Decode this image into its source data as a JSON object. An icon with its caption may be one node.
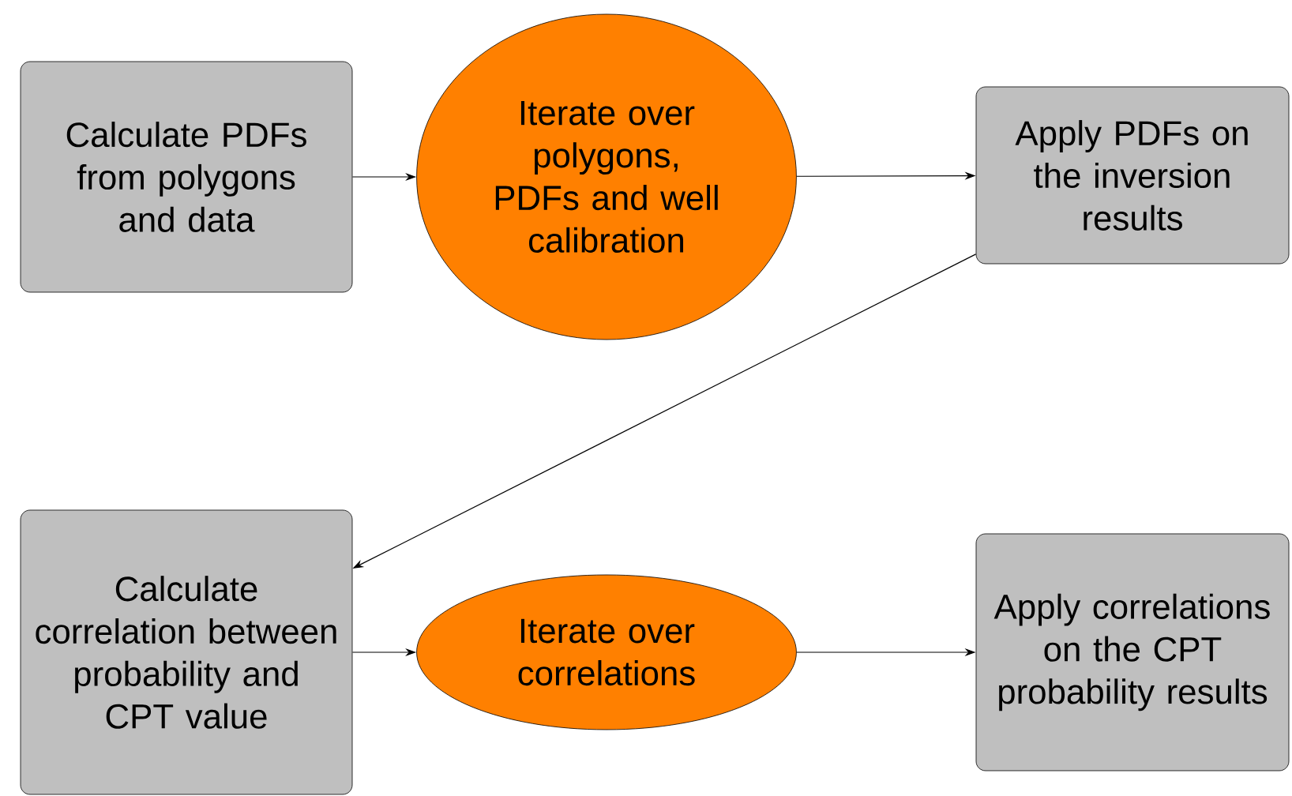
{
  "diagram": {
    "nodes": [
      {
        "text": [
          "Calculate PDFs from polygons and data"
        ]
      },
      {
        "text": [
          "Iterate over polygons, PDFs and well calibration"
        ]
      },
      {
        "text": [
          "Apply PDFs on the inversion results"
        ]
      },
      {
        "text": [
          "Calculate correlation between probability and CPT value"
        ]
      },
      {
        "text": [
          "Iterate over correlations"
        ]
      },
      {
        "text": [
          "Apply correlations on the CPT probability results"
        ]
      }
    ],
    "edges": [
      {
        "from": 0,
        "to": 1,
        "arrow": "to"
      },
      {
        "from": 1,
        "to": 2,
        "arrow": "to"
      },
      {
        "from": 2,
        "to": 3,
        "arrow": "to"
      },
      {
        "from": 3,
        "to": 4,
        "arrow": "to"
      },
      {
        "from": 4,
        "to": 5,
        "arrow": "to"
      }
    ]
  }
}
